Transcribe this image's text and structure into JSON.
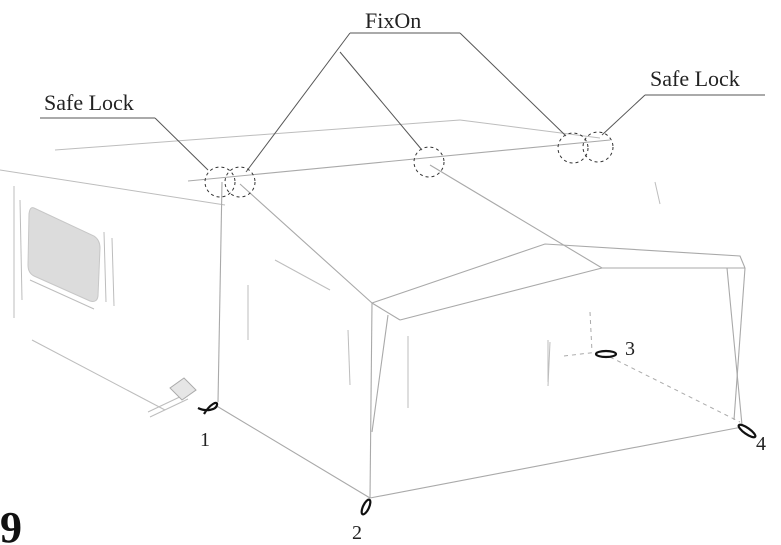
{
  "callouts": {
    "fixon": "FixOn",
    "safe_lock_left": "Safe Lock",
    "safe_lock_right": "Safe Lock"
  },
  "pegs": [
    "1",
    "2",
    "3",
    "4"
  ],
  "figure_number": "9"
}
